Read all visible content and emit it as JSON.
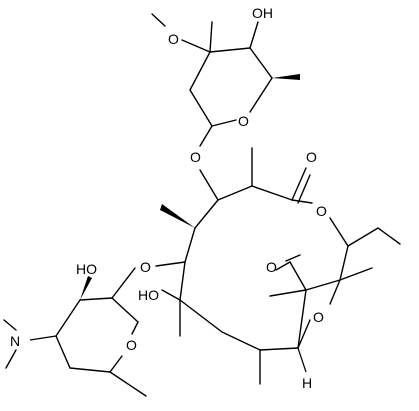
{
  "molecule": {
    "atoms": {
      "methoxy_o": "O",
      "sugar_top_oh": "OH",
      "sugar_top_ring_o": "O",
      "glycosidic_o_top": "O",
      "lactone_carbonyl_o": "O",
      "lactone_ring_o": "O",
      "ketal_carbonyl_o": "O",
      "ho_left": "HO",
      "glycosidic_o_left": "O",
      "sugar_left_oh": "HO",
      "dimethylamino_n": "N",
      "sugar_left_ring_o": "O",
      "ether_bridge_o": "O",
      "stereo_h": "H"
    }
  }
}
